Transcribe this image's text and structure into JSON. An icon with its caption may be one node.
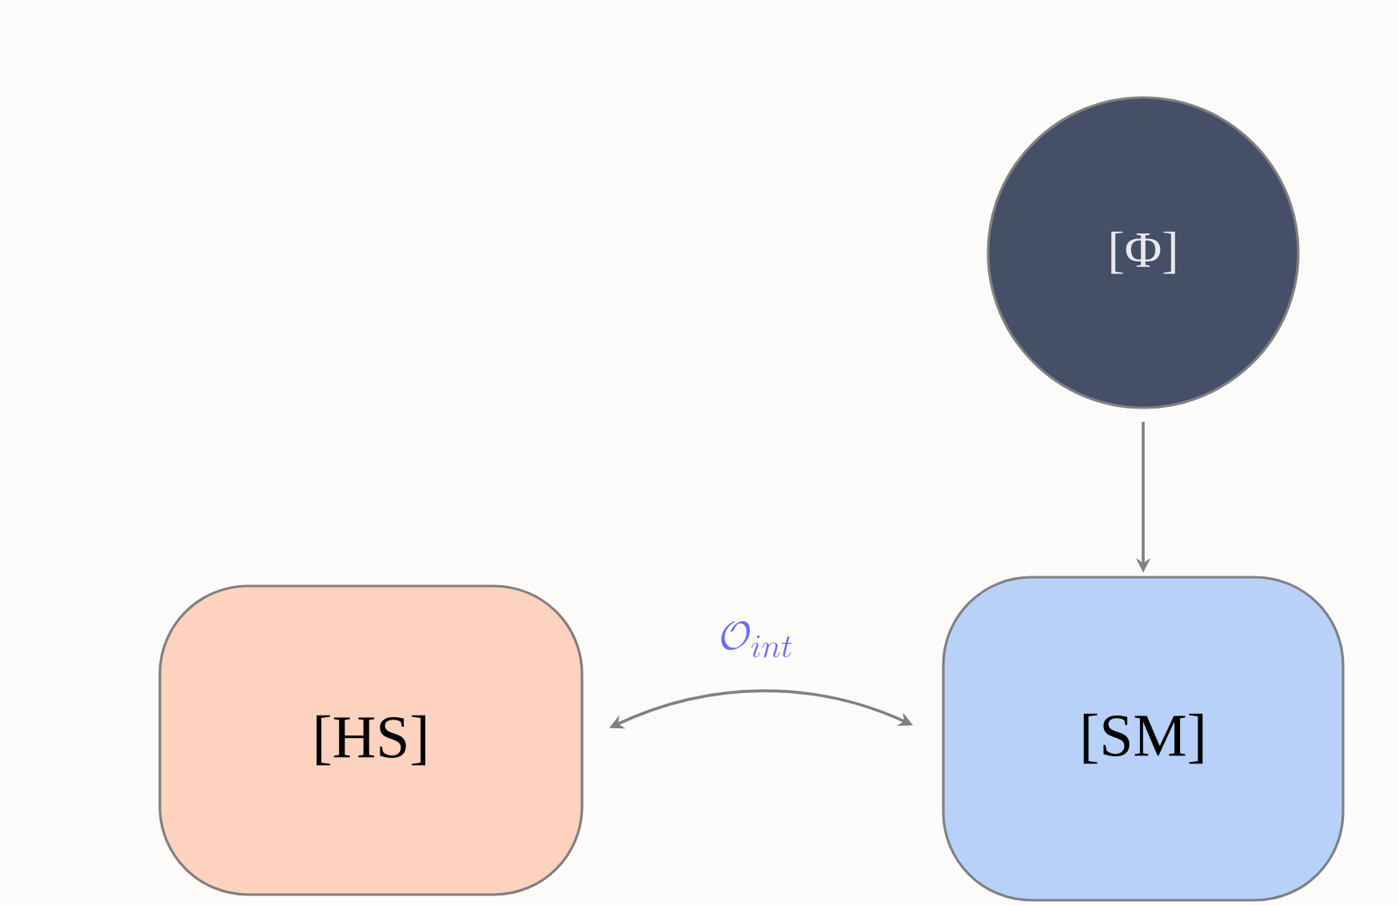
{
  "diagram": {
    "nodes": [
      {
        "text": [
          "[Φ]"
        ]
      },
      {
        "text": [
          "[HS]"
        ]
      },
      {
        "text": [
          "[SM]"
        ]
      }
    ],
    "edges": [
      {
        "from": 0,
        "to": 2,
        "arrow": "to"
      },
      {
        "from": 1,
        "to": 2,
        "arrow": "both",
        "label": "\\mathcal{O}_{int}"
      }
    ]
  }
}
